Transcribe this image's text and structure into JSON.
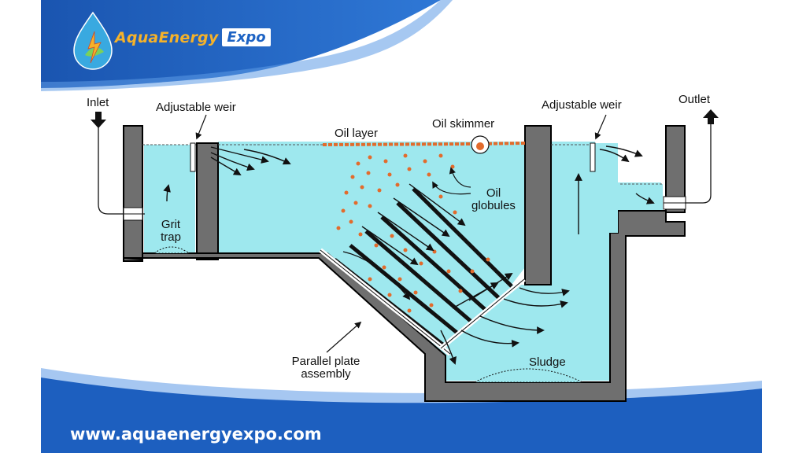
{
  "brand": {
    "name_part1": "AquaEnergy",
    "name_part2": "Expo",
    "website": "www.aquaenergyexpo.com",
    "colors": {
      "primary_blue": "#1d5fbf",
      "accent_gold": "#f5b22a",
      "water": "#9ee8ee",
      "wall": "#6f6f6f"
    }
  },
  "diagram": {
    "labels": {
      "inlet": "Inlet",
      "adjustable_weir_left": "Adjustable weir",
      "oil_layer": "Oil layer",
      "oil_skimmer": "Oil skimmer",
      "adjustable_weir_right": "Adjustable weir",
      "outlet": "Outlet",
      "grit_trap_line1": "Grit",
      "grit_trap_line2": "trap",
      "oil_globules_line1": "Oil",
      "oil_globules_line2": "globules",
      "parallel_plate_line1": "Parallel plate",
      "parallel_plate_line2": "assembly",
      "sludge": "Sludge"
    },
    "icons": [
      "inlet-arrow-icon",
      "outlet-arrow-icon",
      "aquaenergy-logo-icon"
    ]
  }
}
